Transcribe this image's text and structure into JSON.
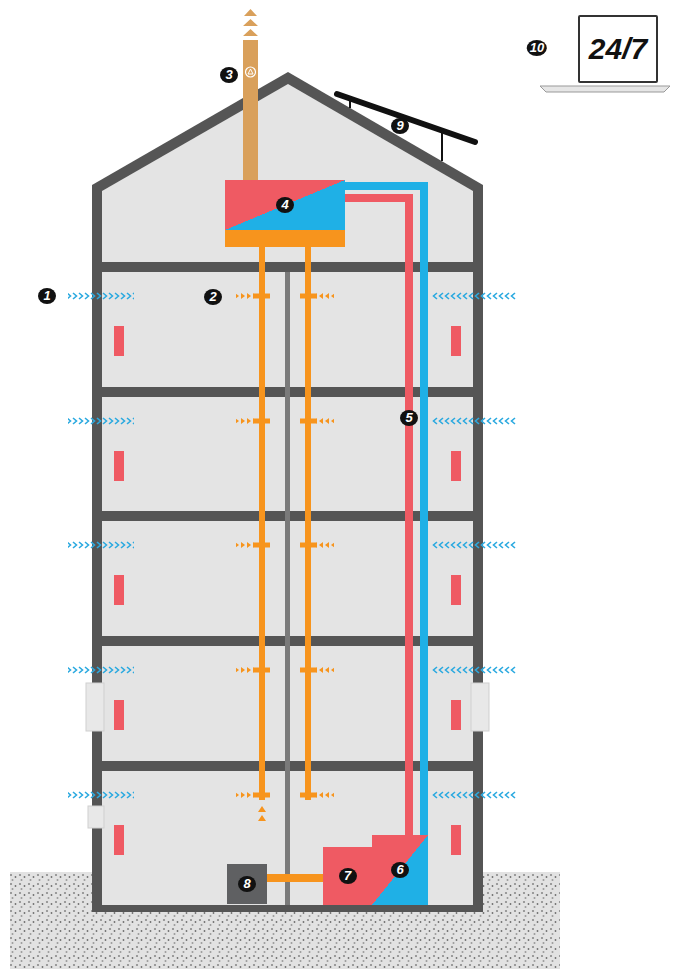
{
  "diagram": {
    "nodes": [
      {
        "text": [
          "4"
        ]
      },
      {
        "text": [
          "8"
        ]
      },
      {
        "text": [
          "7"
        ]
      },
      {
        "text": [
          "6"
        ]
      },
      {
        "text": [
          "24/7"
        ]
      }
    ],
    "edges": [
      {
        "from": 3,
        "to": 0,
        "arrow": "none",
        "label": "5"
      },
      {
        "from": 3,
        "to": 0,
        "arrow": "none"
      },
      {
        "from": 2,
        "to": 3,
        "arrow": "none"
      },
      {
        "from": 2,
        "to": 3,
        "arrow": "none"
      },
      {
        "from": 1,
        "to": 2,
        "arrow": "none"
      }
    ],
    "labels": [
      "1",
      "2",
      "3",
      "9",
      "10"
    ]
  }
}
